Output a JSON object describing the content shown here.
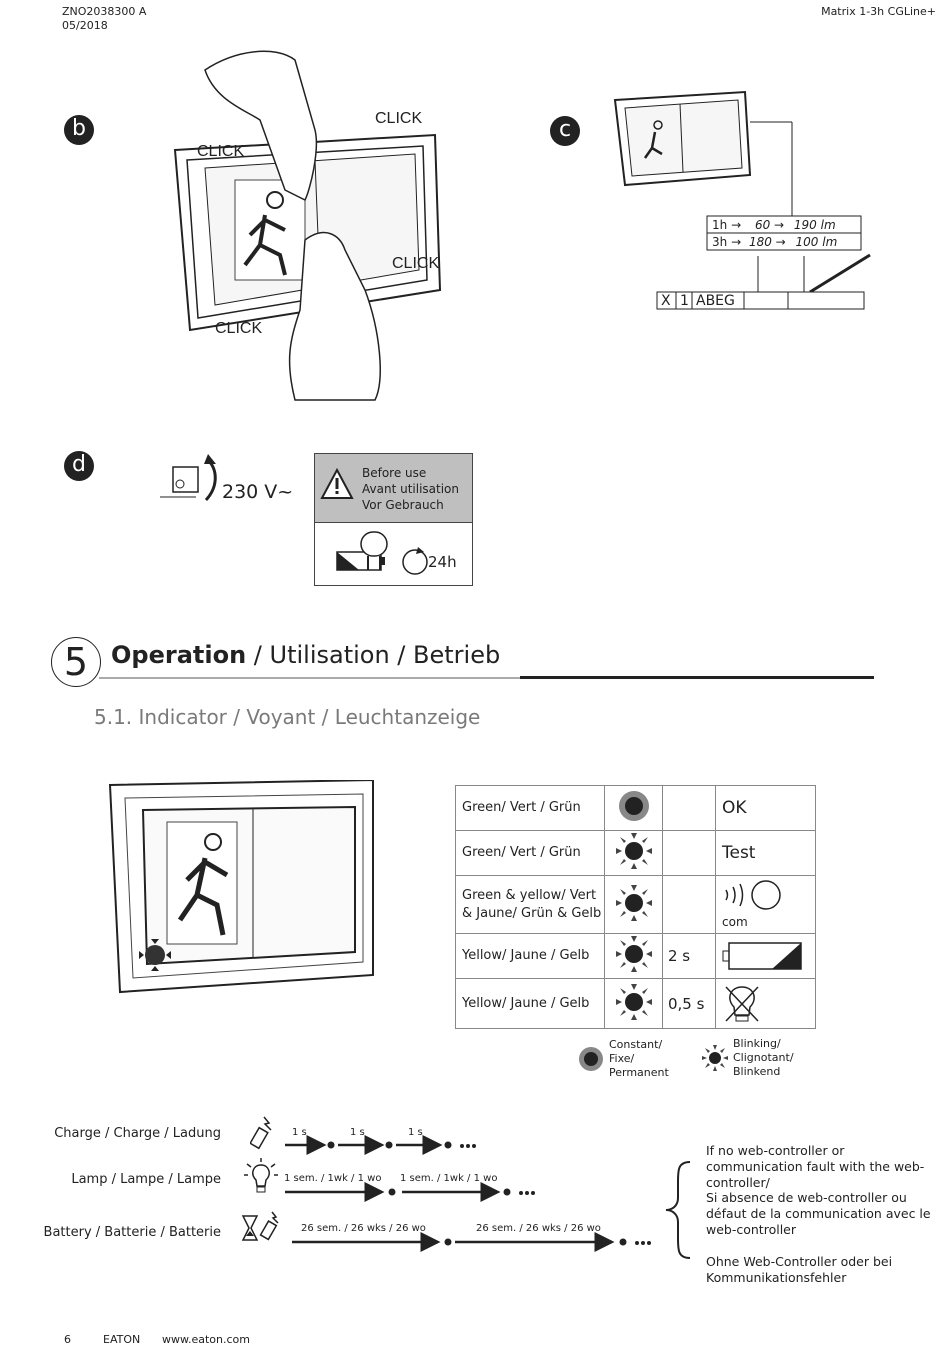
{
  "header": {
    "doc_code": "ZNO2038300 A",
    "date": "05/2018",
    "product": "Matrix 1-3h CGLine+"
  },
  "steps": {
    "b": "b",
    "c": "c",
    "d": "d"
  },
  "click_label": "CLICK",
  "config_c": {
    "row1": [
      "1h",
      "60",
      "190 lm"
    ],
    "row2": [
      "3h",
      "180",
      "100 lm"
    ],
    "code_cells": [
      "X",
      "1",
      "ABEG"
    ]
  },
  "step_d": {
    "voltage": "230 V~",
    "warning_lines": [
      "Before use",
      "Avant utilisation",
      "Vor Gebrauch"
    ],
    "duration": "24h"
  },
  "section": {
    "number": "5",
    "title_bold": "Operation",
    "title_rest": " / Utilisation / Betrieb",
    "subtitle": "5.1. Indicator / Voyant / Leuchtanzeige"
  },
  "indicator_table": [
    {
      "label": "Green/ Vert / Grün",
      "mode": "constant",
      "time": "",
      "state": "OK"
    },
    {
      "label": "Green/ Vert / Grün",
      "mode": "blinking",
      "time": "",
      "state": "Test"
    },
    {
      "label": "Green & yellow/ Vert & Jaune/ Grün & Gelb",
      "mode": "blinking",
      "time": "",
      "state": "com"
    },
    {
      "label": "Yellow/ Jaune / Gelb",
      "mode": "blinking",
      "time": "2 s",
      "state": ""
    },
    {
      "label": "Yellow/ Jaune / Gelb",
      "mode": "blinking",
      "time": "0,5 s",
      "state": ""
    }
  ],
  "legend": {
    "constant": "Constant/ Fixe/ Permanent",
    "blinking": "Blinking/ Clignotant/ Blinkend"
  },
  "sequences": [
    {
      "label": "Charge / Charge / Ladung",
      "interval": "1 s",
      "icon": "battery-charge-icon"
    },
    {
      "label": "Lamp / Lampe / Lampe",
      "interval": "1 sem. / 1wk / 1 wo",
      "icon": "lamp-icon"
    },
    {
      "label": "Battery / Batterie / Batterie",
      "interval": "26 sem. / 26 wks / 26 wo",
      "icon": "hourglass-battery-icon"
    }
  ],
  "notes": [
    "If no web-controller or communication fault with the web-controller/",
    "Si absence de web-controller ou défaut de la communication avec le web-controller",
    "Ohne Web-Controller oder bei Kommunikationsfehler"
  ],
  "footer": {
    "page": "6",
    "brand": "EATON",
    "url": "www.eaton.com"
  }
}
